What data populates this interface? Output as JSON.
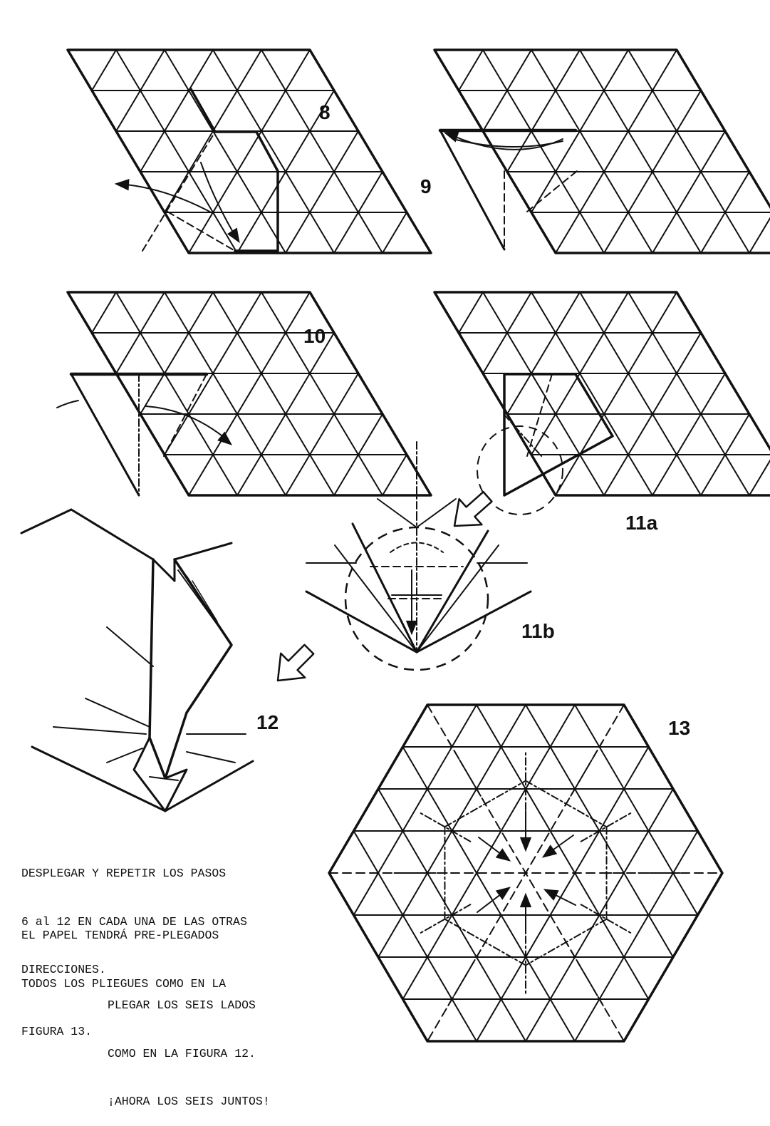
{
  "steps": {
    "s8": "8",
    "s9": "9",
    "s10": "10",
    "s11a": "11a",
    "s11b": "11b",
    "s12": "12",
    "s13": "13"
  },
  "text": {
    "para1": [
      "DESPLEGAR Y REPETIR LOS PASOS",
      "6 al 12 EN CADA UNA DE LAS OTRAS",
      "DIRECCIONES."
    ],
    "para2": [
      "EL PAPEL TENDRÁ PRE-PLEGADOS",
      "TODOS LOS PLIEGUES COMO EN LA",
      "FIGURA 13."
    ],
    "para3": [
      "PLEGAR LOS SEIS LADOS",
      "COMO EN LA FIGURA 12.",
      "¡AHORA LOS SEIS JUNTOS!"
    ]
  },
  "colors": {
    "ink": "#111111",
    "paper": "#ffffff"
  }
}
